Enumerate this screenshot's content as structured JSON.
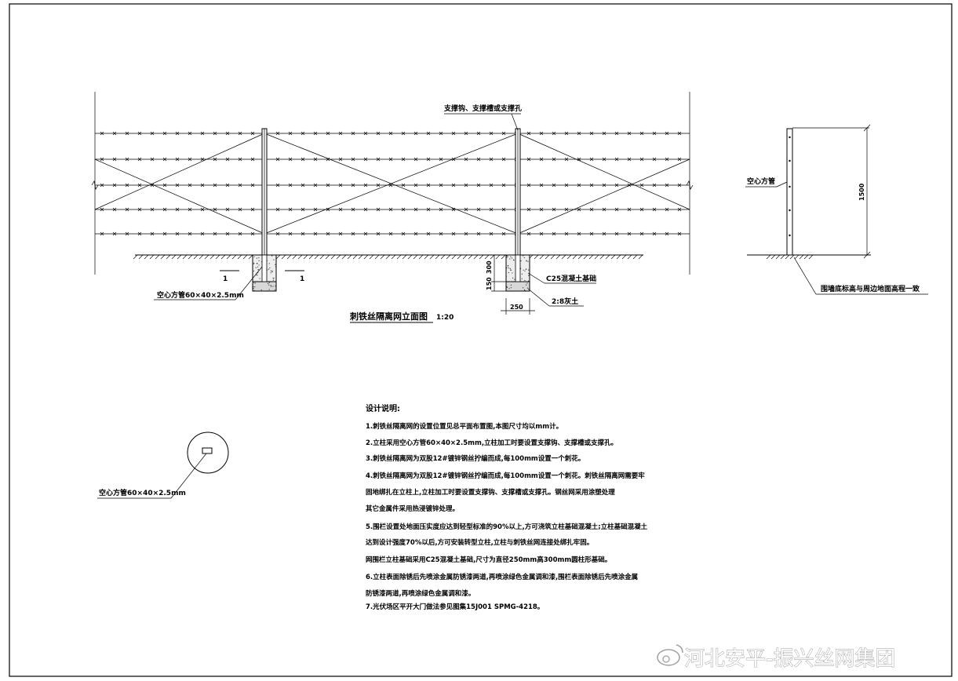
{
  "elevation": {
    "title": "刺铁丝隔离网立面图",
    "scale": "1:20",
    "support_label": "支撑钩、支撑槽或支撑孔",
    "post_label": "空心方管60×40×2.5mm",
    "concrete_label": "C25混凝土基础",
    "lime_soil_label": "2:8灰土",
    "section_mark_left": "1",
    "section_mark_right": "1",
    "dim_300": "300",
    "dim_150": "150",
    "dim_250": "250"
  },
  "side_view": {
    "post_label": "空心方管",
    "height_dim": "1500",
    "ground_note": "围墙底标高与周边地面高程一致"
  },
  "section_detail": {
    "label": "空心方管60×40×2.5mm"
  },
  "notes": {
    "heading": "设计说明:",
    "lines": [
      "1.刺铁丝隔离网的设置位置见总平面布置图,本图尺寸均以mm计。",
      "2.立柱采用空心方管60×40×2.5mm,立柱加工时要设置支撑钩、支撑槽或支撑孔。",
      "3.刺铁丝隔离网为双股12#镀锌钢丝拧编而成,每100mm设置一个刺花。",
      "4.刺铁丝隔离网为双股12#镀锌钢丝拧编而成,每100mm设置一个刺花。刺铁丝隔离网需要牢",
      "   固地绑扎在立柱上,立柱加工时要设置支撑钩、支撑槽或支撑孔。钢丝网采用涂塑处理",
      "   其它金属件采用热浸镀锌处理。",
      "5.围栏设置处地面压实度应达到轻型标准的90%以上,方可浇筑立柱基础混凝土;立柱基础混凝土",
      "  达到设计强度70%以后,方可安装转型立柱,立柱与刺铁丝网连接处绑扎牢固。",
      "  网围栏立柱基础采用C25混凝土基础,尺寸为直径250mm高300mm圆柱形基础。",
      "6.立柱表面除锈后先喷涂金属防锈漆两道,再喷涂绿色金属调和漆,围栏表面除锈后先喷涂金属",
      "   防锈漆两道,再喷涂绿色金属调和漆。",
      " 7.光伏场区平开大门做法参见图集15J001 SPMG-4218。"
    ]
  },
  "watermark": {
    "text": "河北安平-振兴丝网集团"
  }
}
